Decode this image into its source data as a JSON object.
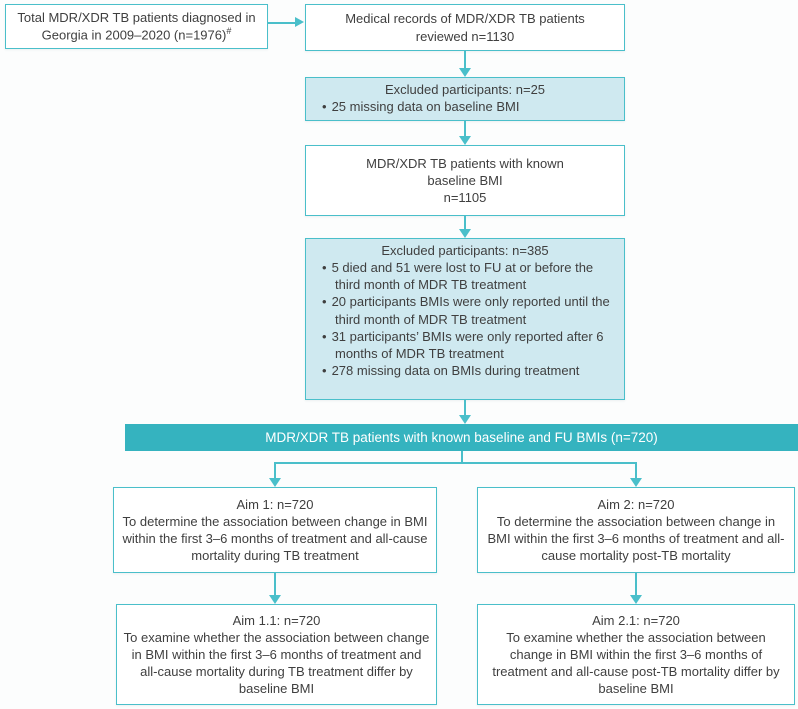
{
  "glyphs": {
    "bullet": "•"
  },
  "colors": {
    "line": "#4abfca",
    "band_fill": "#35b3bf",
    "light_fill": "#cfe9f0",
    "text": "#3f3f3f",
    "band_text": "#ffffff",
    "bg": "#fcfdfd"
  },
  "flow": {
    "total_box": {
      "text": "Total MDR/XDR TB patients diagnosed in Georgia in 2009–2020 (n=1976)",
      "superscript": "#"
    },
    "records_box": {
      "lines": [
        "Medical records of MDR/XDR TB patients",
        "reviewed n=1130"
      ]
    },
    "excluded1": {
      "title": "Excluded participants: n=25",
      "bullets": [
        "25 missing data on baseline BMI"
      ]
    },
    "baseline_box": {
      "lines": [
        "MDR/XDR TB patients with known",
        "baseline BMI",
        "n=1105"
      ]
    },
    "excluded2": {
      "title": "Excluded participants: n=385",
      "bullets": [
        "5 died and 51 were lost to FU at or before the third month of MDR TB treatment",
        "20 participants BMIs were only reported until the third month of MDR TB treatment",
        "31 participants’ BMIs were only reported after 6 months of MDR TB treatment",
        "278 missing data on BMIs during treatment"
      ]
    },
    "band": {
      "text": "MDR/XDR TB patients with known baseline and FU BMIs (n=720)"
    },
    "aim1": {
      "title": "Aim 1: n=720",
      "body": "To determine the association between change in BMI within the first 3–6 months of treatment and all-cause mortality during TB treatment"
    },
    "aim2": {
      "title": "Aim 2: n=720",
      "body": "To determine the association between change in BMI within the first 3–6 months of treatment and all-cause mortality post-TB mortality"
    },
    "aim11": {
      "title": "Aim 1.1: n=720",
      "body": "To examine whether the association between change in BMI within the first 3–6 months of treatment and all-cause mortality during TB treatment differ by baseline BMI"
    },
    "aim21": {
      "title": "Aim 2.1: n=720",
      "body": "To examine whether the association between change in BMI within the first 3–6 months of treatment and all-cause post-TB mortality differ by baseline BMI"
    }
  }
}
